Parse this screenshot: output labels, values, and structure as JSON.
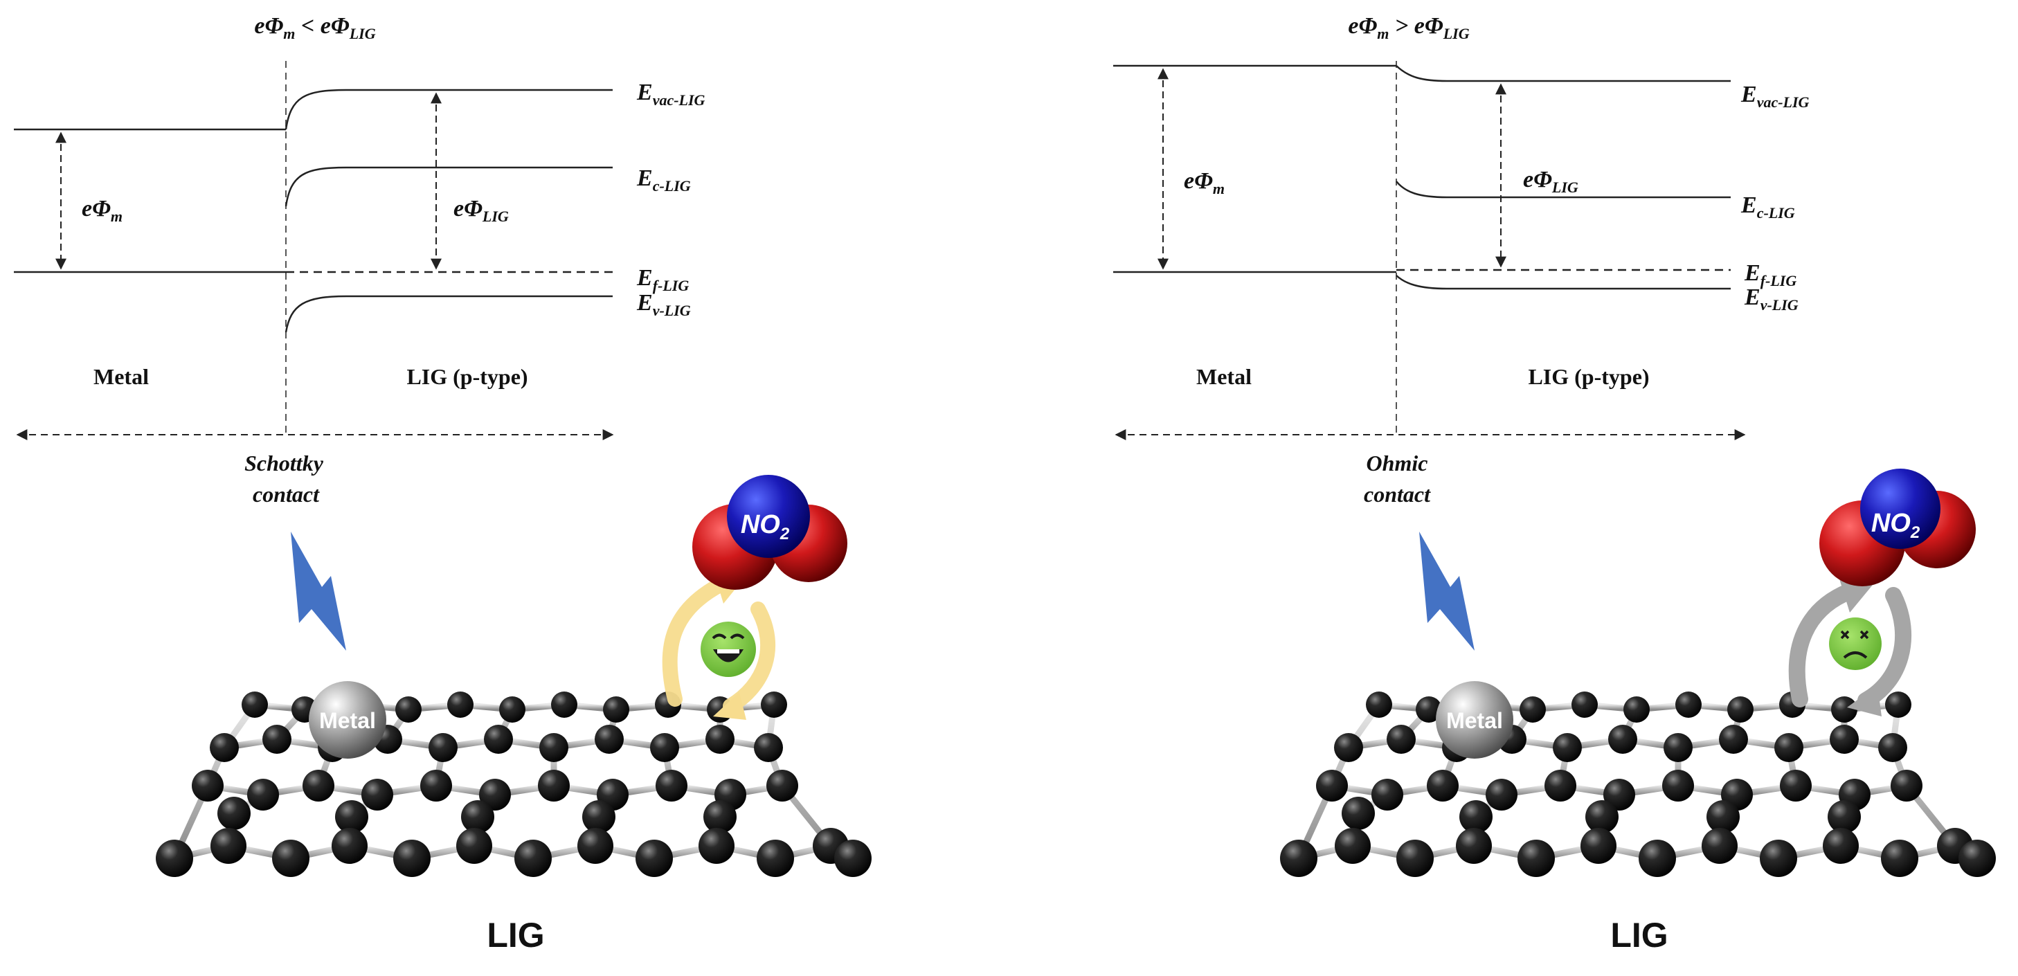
{
  "panels": [
    {
      "id": "schottky",
      "condition": {
        "lhs": "eΦ",
        "lhs_sub": "m",
        "op": " < ",
        "rhs": "eΦ",
        "rhs_sub": "LIG"
      },
      "levels": {
        "vac": {
          "main": "E",
          "sub": "vac-LIG"
        },
        "c": {
          "main": "E",
          "sub": "c-LIG"
        },
        "f": {
          "main": "E",
          "sub": "f-LIG"
        },
        "v": {
          "main": "E",
          "sub": "v-LIG"
        }
      },
      "work_metal": {
        "main": "eΦ",
        "sub": "m"
      },
      "work_lig": {
        "main": "eΦ",
        "sub": "LIG"
      },
      "region_left": "Metal",
      "region_right": "LIG (p-type)",
      "contact_line1": "Schottky",
      "contact_line2": "contact",
      "metal_ball": "Metal",
      "molecule": {
        "main": "NO",
        "sub": "2"
      },
      "emoji": "happy",
      "arrow_color": "#f7dc8e",
      "substrate_label": "LIG"
    },
    {
      "id": "ohmic",
      "condition": {
        "lhs": "eΦ",
        "lhs_sub": "m",
        "op": " > ",
        "rhs": "eΦ",
        "rhs_sub": "LIG"
      },
      "levels": {
        "vac": {
          "main": "E",
          "sub": "vac-LIG"
        },
        "c": {
          "main": "E",
          "sub": "c-LIG"
        },
        "f": {
          "main": "E",
          "sub": "f-LIG"
        },
        "v": {
          "main": "E",
          "sub": "v-LIG"
        }
      },
      "work_metal": {
        "main": "eΦ",
        "sub": "m"
      },
      "work_lig": {
        "main": "eΦ",
        "sub": "LIG"
      },
      "region_left": "Metal",
      "region_right": "LIG (p-type)",
      "contact_line1": "Ohmic",
      "contact_line2": "contact",
      "metal_ball": "Metal",
      "molecule": {
        "main": "NO",
        "sub": "2"
      },
      "emoji": "sad",
      "arrow_color": "#a6a6a6",
      "substrate_label": "LIG"
    }
  ],
  "colors": {
    "line": "#222222",
    "contact_arrow": "#4472c4",
    "oxygen": "#d0191b",
    "nitrogen": "#1a1ab8",
    "emoji_face": "#7ac943",
    "carbon": "#1a1a1a",
    "metal_ball": "#9a9a9a"
  }
}
